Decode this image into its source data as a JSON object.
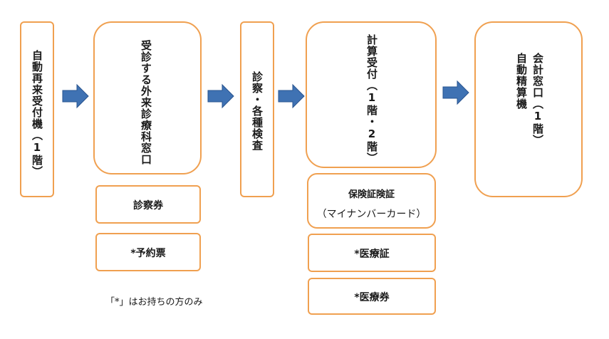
{
  "steps": {
    "reception_machine": "自動再来受付機（1階）",
    "department_window": "受診する外来診療科窓口",
    "examination": "診察・各種検査",
    "billing_reception": "計算受付（1階・2階）",
    "payment_window": "会計窓口（1階）",
    "auto_payment": "自動精算機"
  },
  "items": {
    "patient_card": "診察券",
    "appointment_slip": "*予約票",
    "insurance_line1": "保険証険証",
    "insurance_line2": "（マイナンバーカード）",
    "medical_certificate": "*医療証",
    "medical_ticket": "*医療券"
  },
  "note": "「*」はお持ちの方のみ",
  "colors": {
    "box_border": "#f0a050",
    "arrow_fill": "#3f72b3",
    "arrow_edge": "#2a5590"
  }
}
